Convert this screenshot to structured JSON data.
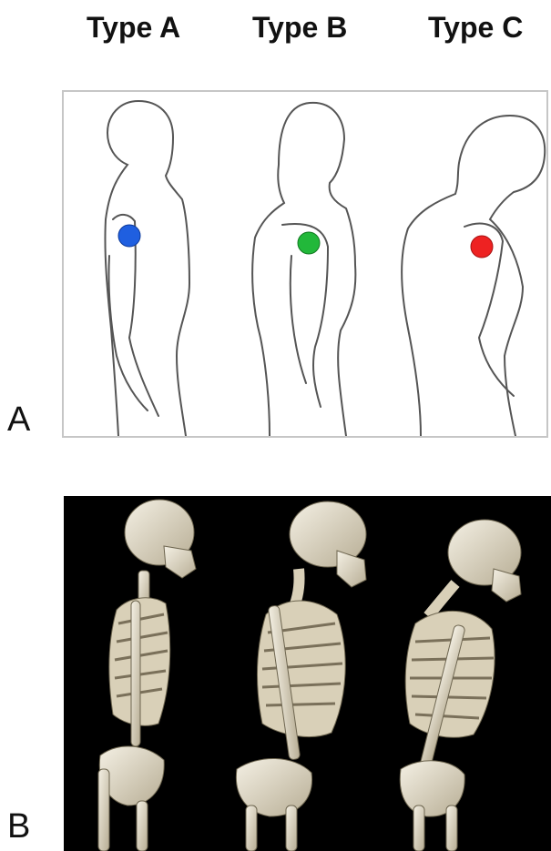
{
  "labels": {
    "type_a": "Type A",
    "type_b": "Type B",
    "type_c": "Type C"
  },
  "panels": {
    "a_letter": "A",
    "b_letter": "B"
  },
  "markers": {
    "type_a_color": "#1f5fe0",
    "type_b_color": "#22b83a",
    "type_c_color": "#ee2222"
  },
  "background_b": "#000000"
}
